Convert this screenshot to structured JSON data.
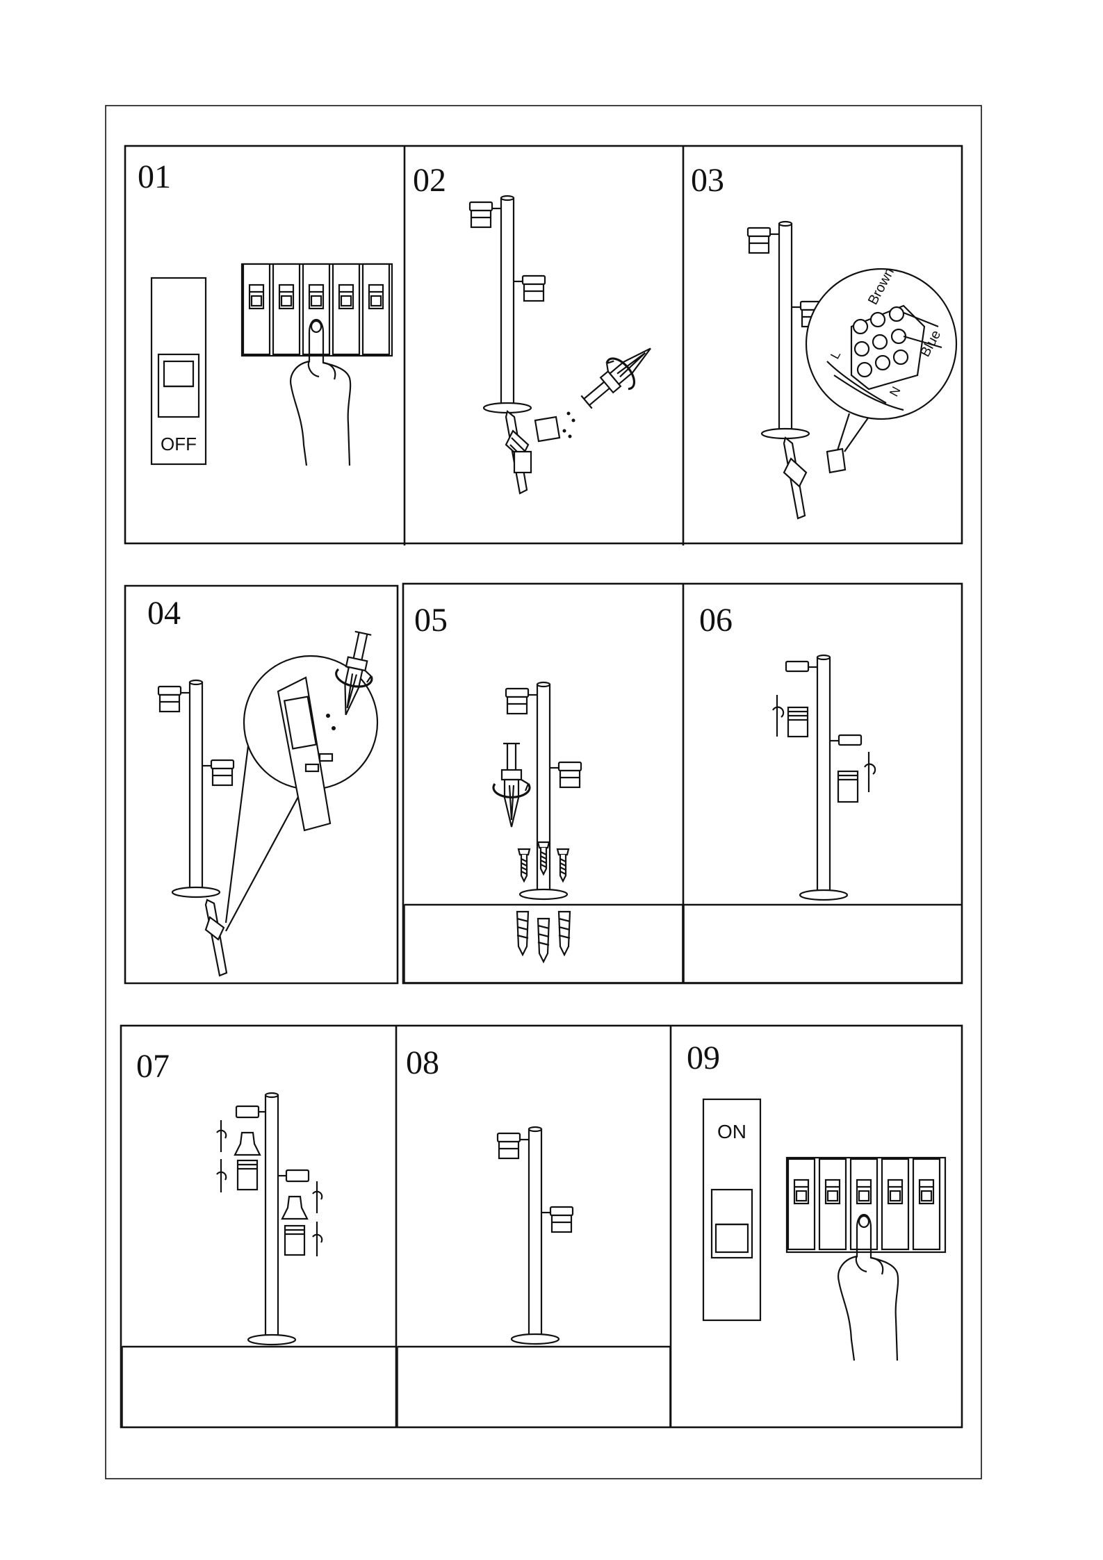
{
  "steps": [
    {
      "number": "01",
      "switch_label": "OFF"
    },
    {
      "number": "02"
    },
    {
      "number": "03",
      "wire_labels": {
        "brown": "Brown",
        "blue": "Blue",
        "live": "L",
        "neutral": "N"
      }
    },
    {
      "number": "04"
    },
    {
      "number": "05"
    },
    {
      "number": "06"
    },
    {
      "number": "07"
    },
    {
      "number": "08"
    },
    {
      "number": "09",
      "switch_label": "ON"
    }
  ],
  "icons": [
    "circuit-breaker-icon",
    "hand-icon",
    "bollard-light-icon",
    "terminal-block-icon",
    "screwdriver-icon",
    "screw-icon",
    "wall-plug-icon",
    "rotate-arrow-icon",
    "bulb-icon",
    "ground-icon"
  ]
}
